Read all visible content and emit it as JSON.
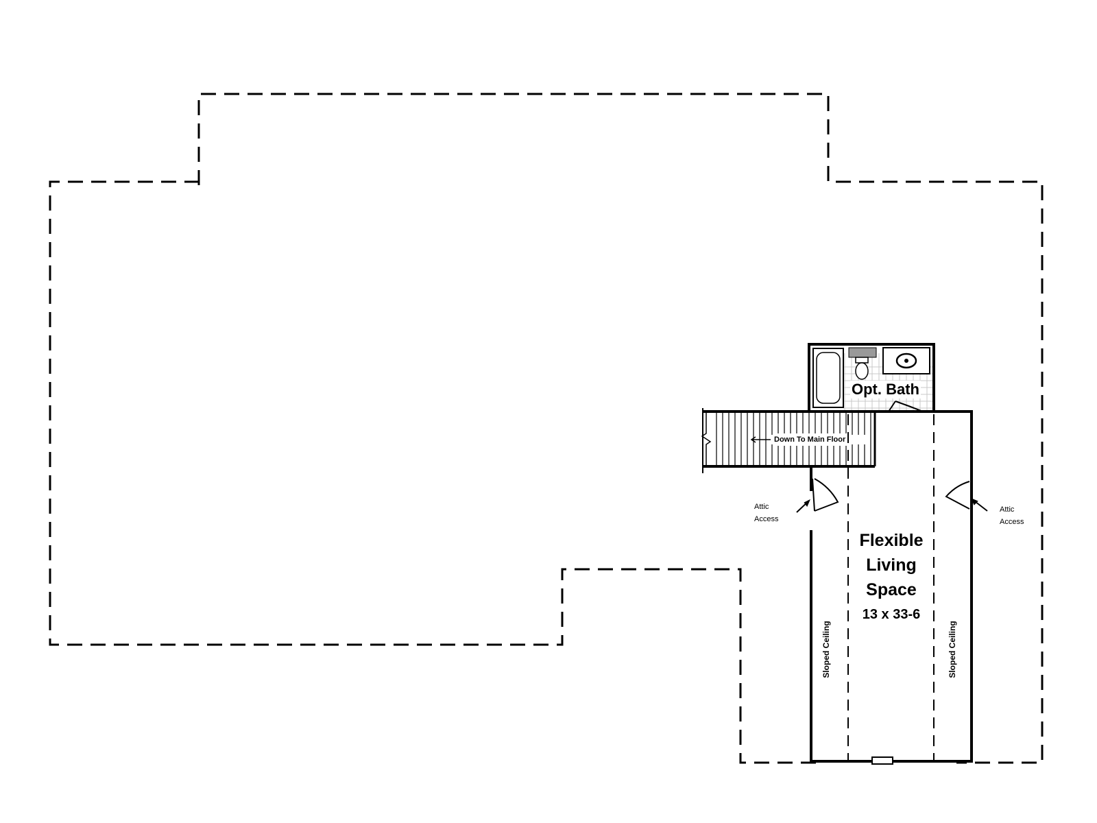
{
  "plan": {
    "rooms": {
      "flex": {
        "name_line1": "Flexible",
        "name_line2": "Living",
        "name_line3": "Space",
        "dimensions": "13 x 33-6"
      },
      "bath": {
        "name": "Opt. Bath"
      }
    },
    "labels": {
      "stairs": "Down To Main Floor",
      "attic_left_1": "Attic",
      "attic_left_2": "Access",
      "attic_right_1": "Attic",
      "attic_right_2": "Access",
      "sloped_left": "Sloped Ceiling",
      "sloped_right": "Sloped Ceiling"
    }
  }
}
